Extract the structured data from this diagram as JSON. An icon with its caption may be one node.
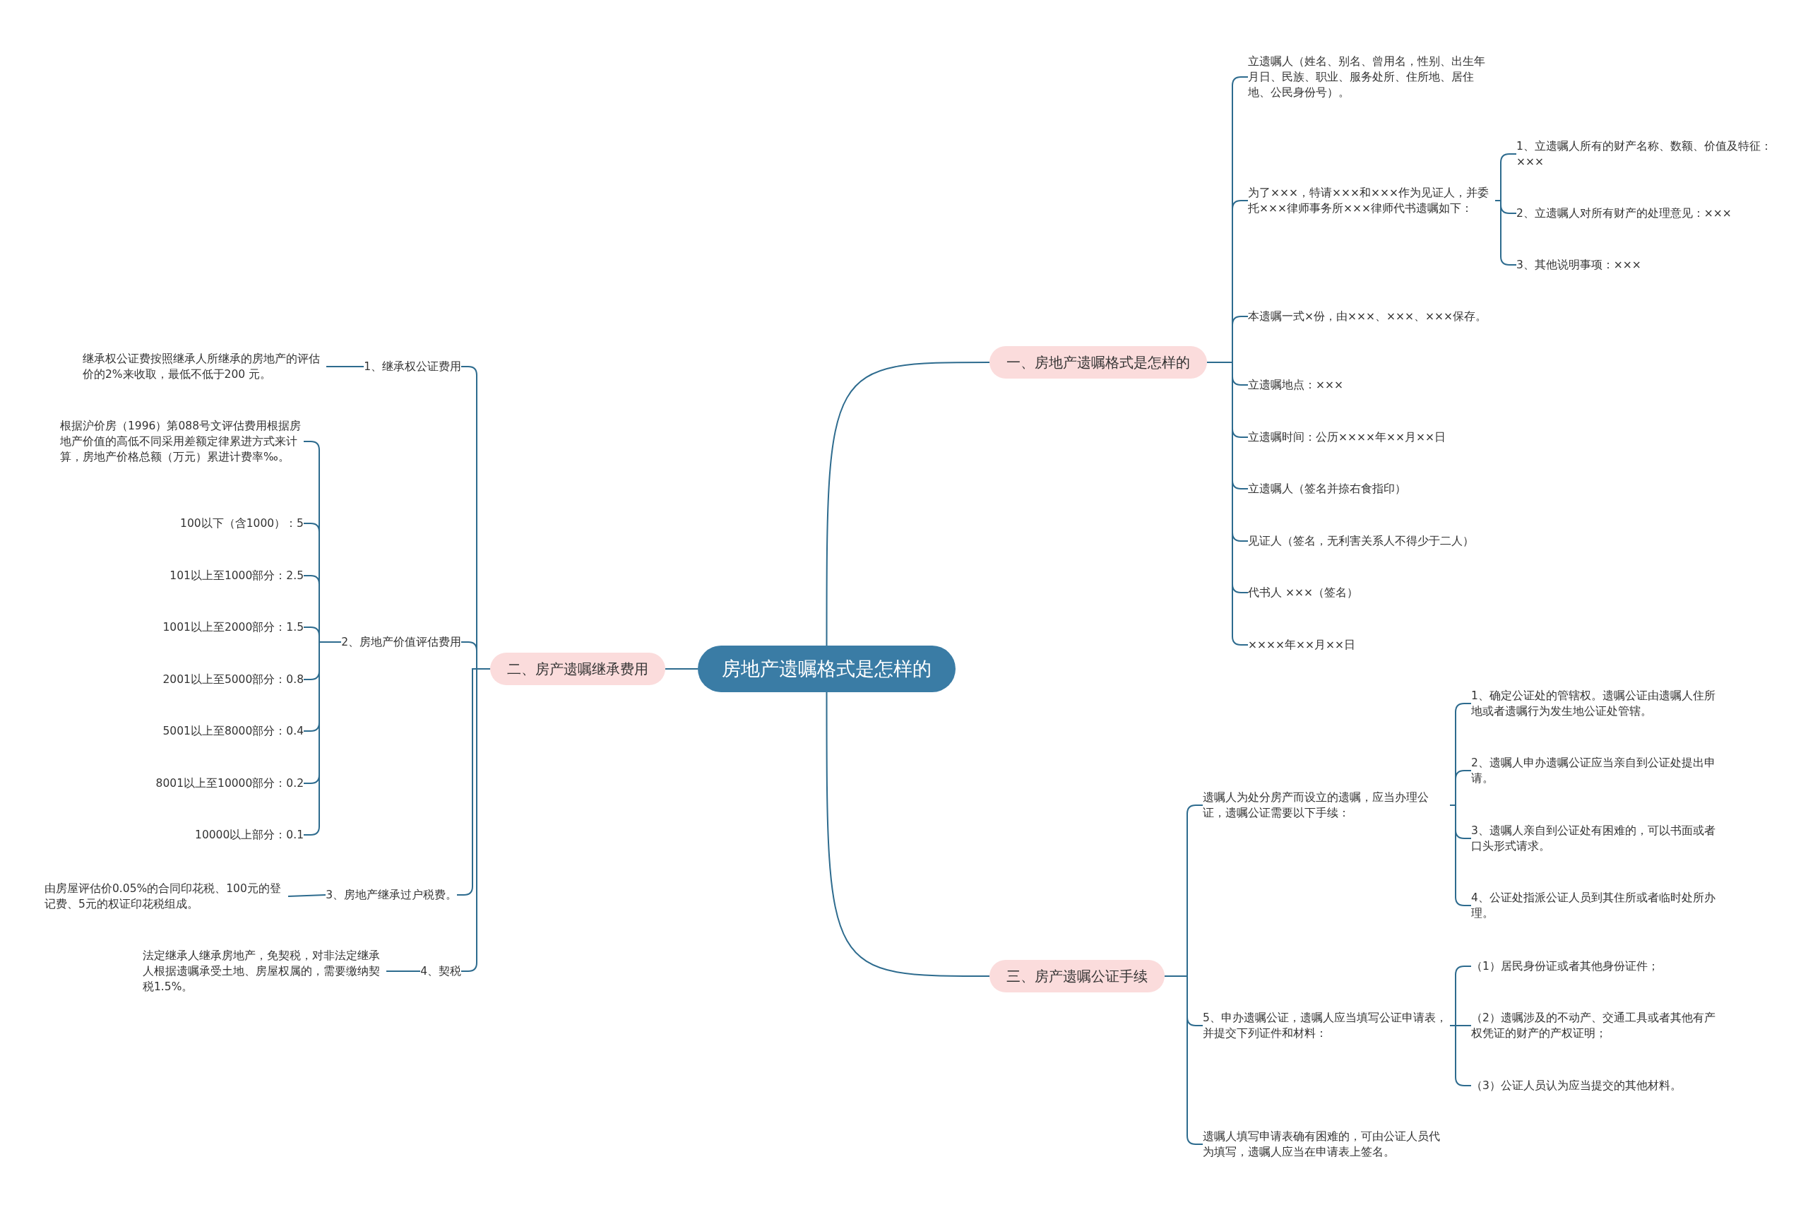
{
  "diagram": {
    "nodes": [
      {
        "text": [
          "房地产遗嘱格式是怎样的"
        ]
      },
      {
        "text": [
          "一、房地产遗嘱格式是怎样的"
        ]
      },
      {
        "text": [
          "立遗嘱人（姓名、别名、曾用名，性别、出生年月日、民族、职业、服务处所、住所地、居住地、公民身份号）。"
        ]
      },
      {
        "text": [
          "为了×××，特请×××和×××作为见证人，并委托×××律师事务所×××律师代书遗嘱如下："
        ]
      },
      {
        "text": [
          "1、立遗嘱人所有的财产名称、数额、价值及特征：×××"
        ]
      },
      {
        "text": [
          "2、立遗嘱人对所有财产的处理意见：×××"
        ]
      },
      {
        "text": [
          "3、其他说明事项：×××"
        ]
      },
      {
        "text": [
          "本遗嘱一式×份，由×××、×××、×××保存。"
        ]
      },
      {
        "text": [
          "立遗嘱地点：×××"
        ]
      },
      {
        "text": [
          "立遗嘱时间：公历××××年××月××日"
        ]
      },
      {
        "text": [
          "立遗嘱人（签名并捺右食指印）"
        ]
      },
      {
        "text": [
          "见证人（签名，无利害关系人不得少于二人）"
        ]
      },
      {
        "text": [
          "代书人 ×××（签名）"
        ]
      },
      {
        "text": [
          "××××年××月××日"
        ]
      },
      {
        "text": [
          "三、房产遗嘱公证手续"
        ]
      },
      {
        "text": [
          "遗嘱人为处分房产而设立的遗嘱，应当办理公证，遗嘱公证需要以下手续："
        ]
      },
      {
        "text": [
          "1、确定公证处的管辖权。遗嘱公证由遗嘱人住所地或者遗嘱行为发生地公证处管辖。"
        ]
      },
      {
        "text": [
          "2、遗嘱人申办遗嘱公证应当亲自到公证处提出申请。"
        ]
      },
      {
        "text": [
          "3、遗嘱人亲自到公证处有困难的，可以书面或者口头形式请求。"
        ]
      },
      {
        "text": [
          "4、公证处指派公证人员到其住所或者临时处所办理。"
        ]
      },
      {
        "text": [
          "5、申办遗嘱公证，遗嘱人应当填写公证申请表，并提交下列证件和材料："
        ]
      },
      {
        "text": [
          "（1）居民身份证或者其他身份证件；"
        ]
      },
      {
        "text": [
          "（2）遗嘱涉及的不动产、交通工具或者其他有产权凭证的财产的产权证明；"
        ]
      },
      {
        "text": [
          "（3）公证人员认为应当提交的其他材料。"
        ]
      },
      {
        "text": [
          "遗嘱人填写申请表确有困难的，可由公证人员代为填写，遗嘱人应当在申请表上签名。"
        ]
      },
      {
        "text": [
          "二、房产遗嘱继承费用"
        ]
      },
      {
        "text": [
          "1、继承权公证费用"
        ]
      },
      {
        "text": [
          "继承权公证费按照继承人所继承的房地产的评估价的2%来收取，最低不低于200 元。"
        ]
      },
      {
        "text": [
          "2、房地产价值评估费用"
        ]
      },
      {
        "text": [
          "根据沪价房（1996）第088号文评估费用根据房地产价值的高低不同采用差额定律累进方式来计算，房地产价格总额（万元）累进计费率‰。"
        ]
      },
      {
        "text": [
          "100以下（含1000）：5"
        ]
      },
      {
        "text": [
          "101以上至1000部分：2.5"
        ]
      },
      {
        "text": [
          "1001以上至2000部分：1.5"
        ]
      },
      {
        "text": [
          "2001以上至5000部分：0.8"
        ]
      },
      {
        "text": [
          "5001以上至8000部分：0.4"
        ]
      },
      {
        "text": [
          "8001以上至10000部分：0.2"
        ]
      },
      {
        "text": [
          "10000以上部分：0.1"
        ]
      },
      {
        "text": [
          "3、房地产继承过户税费。"
        ]
      },
      {
        "text": [
          "由房屋评估价0.05%的合同印花税、100元的登记费、5元的权证印花税组成。"
        ]
      },
      {
        "text": [
          "4、契税"
        ]
      },
      {
        "text": [
          "法定继承人继承房地产，免契税，对非法定继承人根据遗嘱承受土地、房屋权属的，需要缴纳契税1.5%。"
        ]
      }
    ],
    "edges": [
      {
        "from": 0,
        "to": 1,
        "arrow": "none"
      },
      {
        "from": 1,
        "to": 2,
        "arrow": "none"
      },
      {
        "from": 1,
        "to": 3,
        "arrow": "none"
      },
      {
        "from": 3,
        "to": 4,
        "arrow": "none"
      },
      {
        "from": 3,
        "to": 5,
        "arrow": "none"
      },
      {
        "from": 3,
        "to": 6,
        "arrow": "none"
      },
      {
        "from": 1,
        "to": 7,
        "arrow": "none"
      },
      {
        "from": 1,
        "to": 8,
        "arrow": "none"
      },
      {
        "from": 1,
        "to": 9,
        "arrow": "none"
      },
      {
        "from": 1,
        "to": 10,
        "arrow": "none"
      },
      {
        "from": 1,
        "to": 11,
        "arrow": "none"
      },
      {
        "from": 1,
        "to": 12,
        "arrow": "none"
      },
      {
        "from": 1,
        "to": 13,
        "arrow": "none"
      },
      {
        "from": 0,
        "to": 14,
        "arrow": "none"
      },
      {
        "from": 14,
        "to": 15,
        "arrow": "none"
      },
      {
        "from": 15,
        "to": 16,
        "arrow": "none"
      },
      {
        "from": 15,
        "to": 17,
        "arrow": "none"
      },
      {
        "from": 15,
        "to": 18,
        "arrow": "none"
      },
      {
        "from": 15,
        "to": 19,
        "arrow": "none"
      },
      {
        "from": 14,
        "to": 20,
        "arrow": "none"
      },
      {
        "from": 20,
        "to": 21,
        "arrow": "none"
      },
      {
        "from": 20,
        "to": 22,
        "arrow": "none"
      },
      {
        "from": 20,
        "to": 23,
        "arrow": "none"
      },
      {
        "from": 14,
        "to": 24,
        "arrow": "none"
      },
      {
        "from": 0,
        "to": 25,
        "arrow": "none"
      },
      {
        "from": 25,
        "to": 26,
        "arrow": "none"
      },
      {
        "from": 26,
        "to": 27,
        "arrow": "none"
      },
      {
        "from": 25,
        "to": 28,
        "arrow": "none"
      },
      {
        "from": 28,
        "to": 29,
        "arrow": "none"
      },
      {
        "from": 28,
        "to": 30,
        "arrow": "none"
      },
      {
        "from": 28,
        "to": 31,
        "arrow": "none"
      },
      {
        "from": 28,
        "to": 32,
        "arrow": "none"
      },
      {
        "from": 28,
        "to": 33,
        "arrow": "none"
      },
      {
        "from": 28,
        "to": 34,
        "arrow": "none"
      },
      {
        "from": 28,
        "to": 35,
        "arrow": "none"
      },
      {
        "from": 28,
        "to": 36,
        "arrow": "none"
      },
      {
        "from": 25,
        "to": 37,
        "arrow": "none"
      },
      {
        "from": 37,
        "to": 38,
        "arrow": "none"
      },
      {
        "from": 25,
        "to": 39,
        "arrow": "none"
      },
      {
        "from": 39,
        "to": 40,
        "arrow": "none"
      }
    ]
  }
}
